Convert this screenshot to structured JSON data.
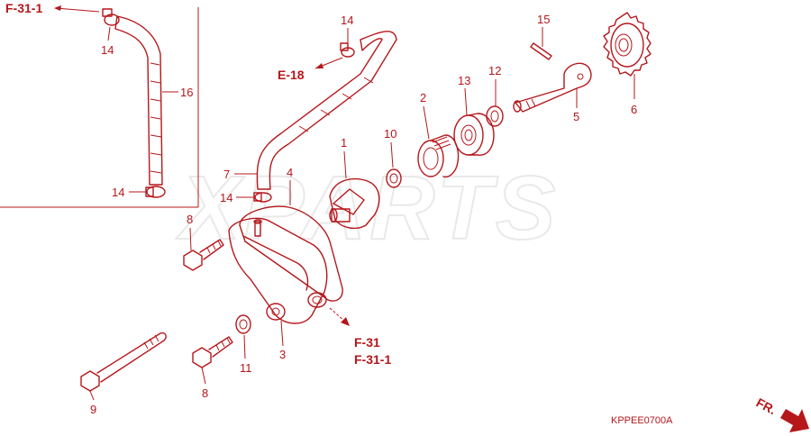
{
  "diagram": {
    "watermark": "XPARTS",
    "code": "KPPEE0700A",
    "fr_label": "FR.",
    "refs": {
      "f31_1_top": "F-31-1",
      "e18": "E-18",
      "f31": "F-31",
      "f31_1_bottom": "F-31-1"
    },
    "labels": {
      "l14a": "14",
      "l16": "16",
      "l14b": "14",
      "l14c": "14",
      "l7": "7",
      "l14d": "14",
      "l4": "4",
      "l1": "1",
      "l10": "10",
      "l2": "2",
      "l13": "13",
      "l12": "12",
      "l15": "15",
      "l5": "5",
      "l6": "6",
      "l8a": "8",
      "l3": "3",
      "l11": "11",
      "l8b": "8",
      "l9": "9"
    },
    "colors": {
      "line": "#b5171b",
      "watermark": "#e9e9e9"
    }
  }
}
